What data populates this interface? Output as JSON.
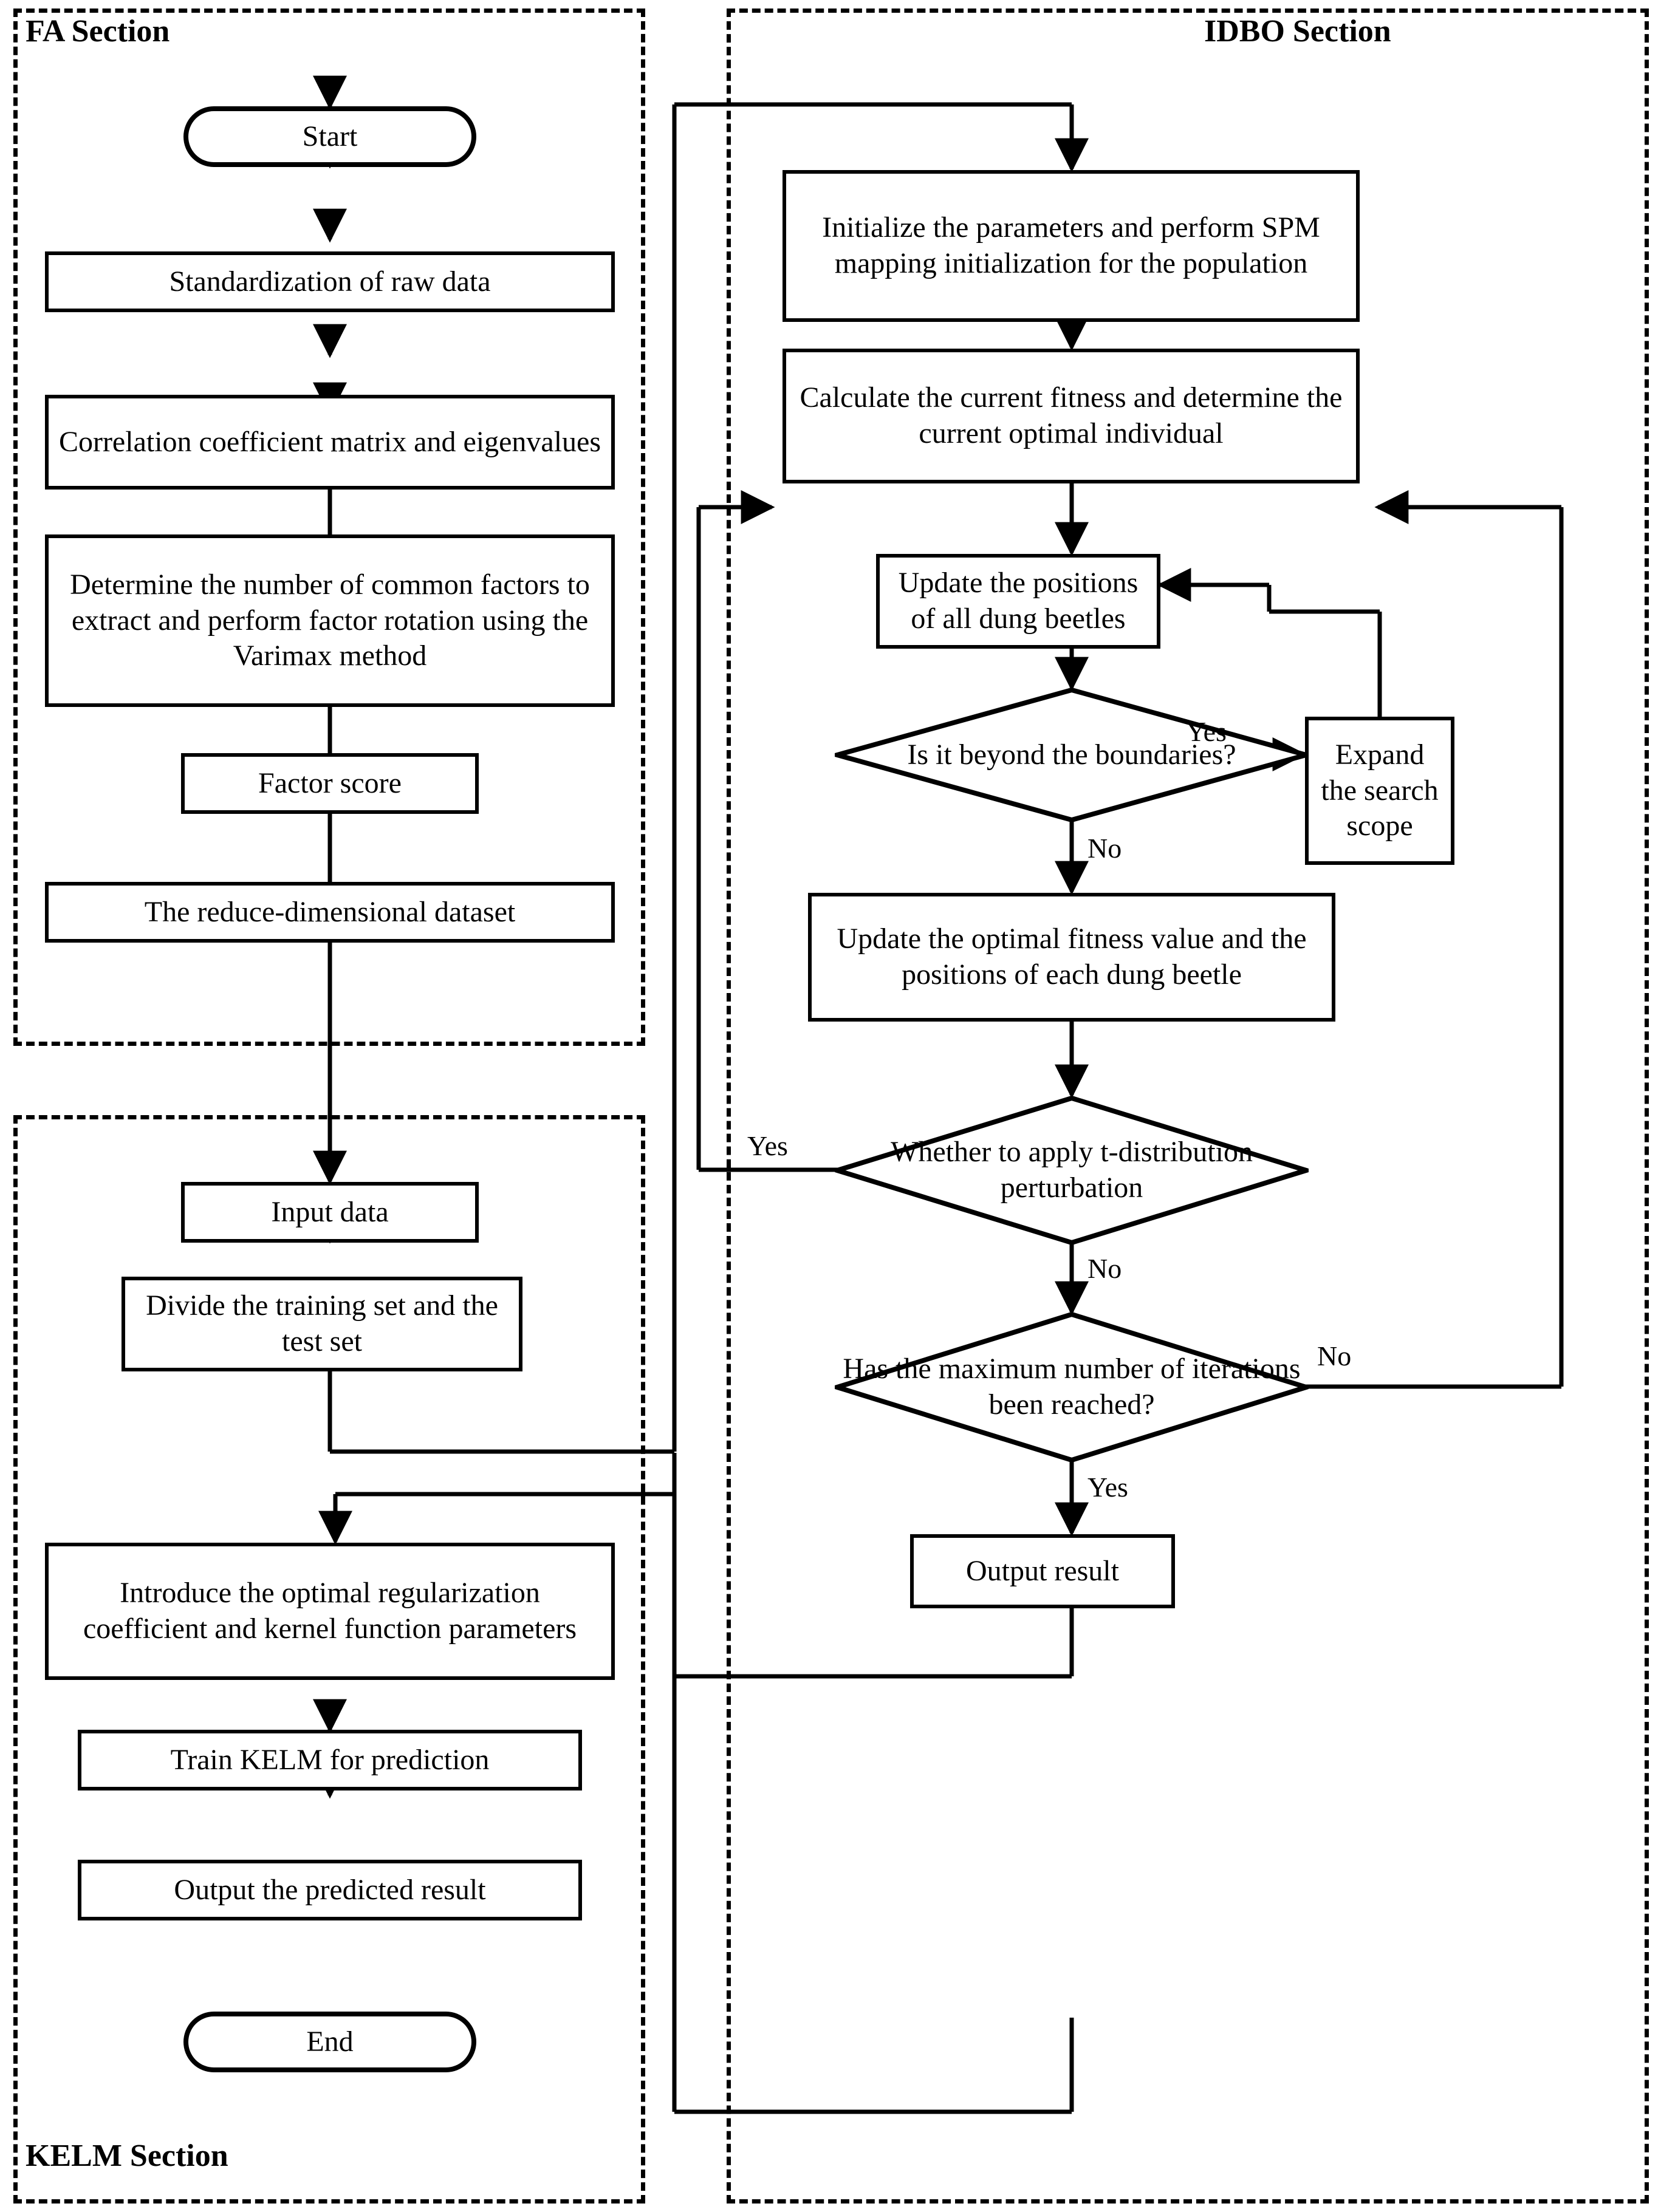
{
  "figure": {
    "type": "flowchart",
    "title": "FA-IDBO-KELM prediction model flowchart"
  },
  "sections": [
    {
      "id": "fa",
      "label": "FA Section",
      "title_pos": "top-left"
    },
    {
      "id": "kelm",
      "label": "KELM Section",
      "title_pos": "bottom-left"
    },
    {
      "id": "idbo",
      "label": "IDBO Section",
      "title_pos": "top-right"
    }
  ],
  "nodes": {
    "start": {
      "shape": "terminator",
      "text": "Start"
    },
    "standardization": {
      "shape": "process",
      "text": "Standardization of raw data"
    },
    "corr_matrix": {
      "shape": "process",
      "text": "Correlation coefficient matrix and eigenvalues"
    },
    "determine_factors": {
      "shape": "process",
      "text": "Determine the number of common factors to extract and perform factor rotation using the Varimax method"
    },
    "factor_score": {
      "shape": "process",
      "text": "Factor score"
    },
    "reduced_dataset": {
      "shape": "process",
      "text": "The reduce-dimensional dataset"
    },
    "input_data": {
      "shape": "process",
      "text": "Input data"
    },
    "divide_sets": {
      "shape": "process",
      "text": "Divide the training set and the test set"
    },
    "introduce_params": {
      "shape": "process",
      "text": "Introduce the optimal regularization coefficient and kernel function parameters"
    },
    "train_kelm": {
      "shape": "process",
      "text": "Train KELM for prediction"
    },
    "output_predicted": {
      "shape": "process",
      "text": "Output the predicted result"
    },
    "end": {
      "shape": "terminator",
      "text": "End"
    },
    "initialize": {
      "shape": "process",
      "text": "Initialize the parameters and perform SPM mapping initialization for the population"
    },
    "calc_fitness": {
      "shape": "process",
      "text": "Calculate the current fitness and determine the current optimal individual"
    },
    "update_positions": {
      "shape": "process",
      "text": "Update the positions of all dung beetles"
    },
    "beyond_bounds": {
      "shape": "decision",
      "text": "Is it beyond the boundaries?"
    },
    "expand_scope": {
      "shape": "process",
      "text": "Expand the search scope"
    },
    "update_optimal": {
      "shape": "process",
      "text": "Update the optimal fitness value and the positions of each dung beetle"
    },
    "t_distribution": {
      "shape": "decision",
      "text": "Whether to apply t-distribution perturbation"
    },
    "max_iterations": {
      "shape": "decision",
      "text": "Has the maximum number of iterations been reached?"
    },
    "output_result": {
      "shape": "process",
      "text": "Output result"
    }
  },
  "edge_labels": {
    "bounds_yes": "Yes",
    "bounds_no": "No",
    "tdist_yes": "Yes",
    "tdist_no": "No",
    "iter_no": "No",
    "iter_yes": "Yes"
  },
  "colors": {
    "stroke": "#000000",
    "fill": "#ffffff",
    "background": "#ffffff"
  }
}
